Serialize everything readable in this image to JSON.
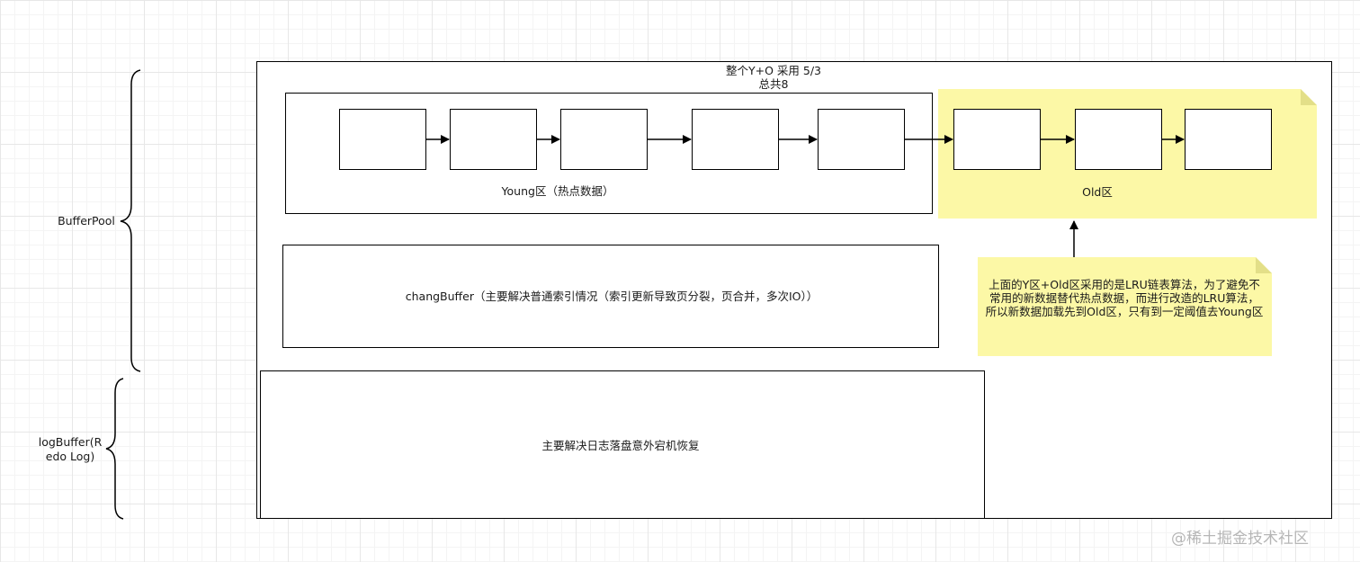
{
  "left_labels": {
    "buffer_pool": "BufferPool",
    "log_buffer": "logBuffer(R\nedo Log)"
  },
  "outer": {
    "title_line1": "整个Y+O  采用 5/3",
    "title_line2": "总共8"
  },
  "young_zone": {
    "label": "Young区（热点数据）"
  },
  "old_zone": {
    "label": "Old区"
  },
  "change_buffer": {
    "label": "changBuffer（主要解决普通索引情况（索引更新导致页分裂，页合并，多次IO））"
  },
  "note": {
    "text": "上面的Y区+Old区采用的是LRU链表算法，为了避免不常用的新数据替代热点数据，而进行改造的LRU算法，所以新数据加载先到Old区，只有到一定阈值去Young区"
  },
  "log_box": {
    "label": "主要解决日志落盘意外宕机恢复"
  },
  "watermark": "@稀土掘金技术社区",
  "colors": {
    "note_fill": "#fcf8a6",
    "stroke": "#000000",
    "grid": "#e7e7e7"
  }
}
